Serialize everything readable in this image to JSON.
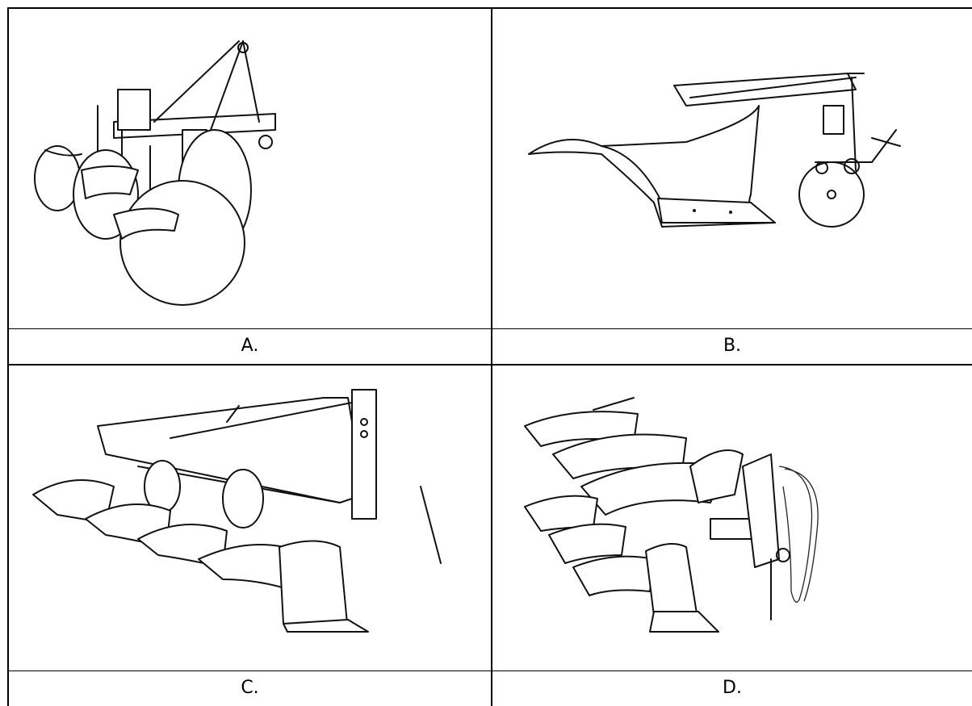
{
  "figures": [
    {
      "label": "A.",
      "illustration": "disc-plough-icon"
    },
    {
      "label": "B.",
      "illustration": "single-bottom-plough-icon"
    },
    {
      "label": "C.",
      "illustration": "multi-bottom-plough-icon"
    },
    {
      "label": "D.",
      "illustration": "reversible-plough-icon"
    }
  ]
}
